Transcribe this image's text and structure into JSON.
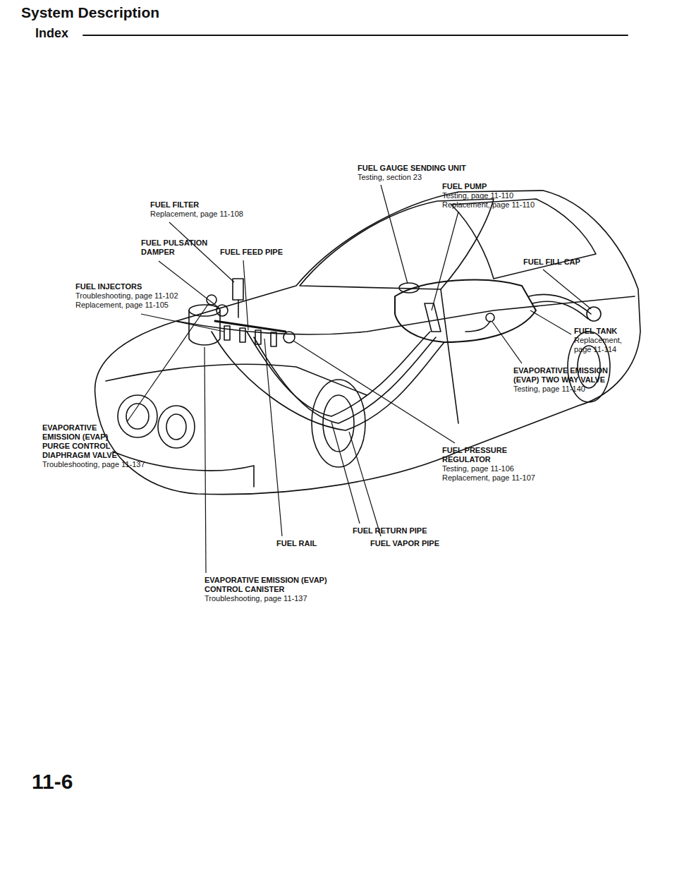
{
  "diagram": {
    "title": "System Description",
    "labels": [
      "Index",
      "FUEL GAUGE SENDING UNIT",
      "Testing, section 23",
      "FUEL PUMP",
      "Testing, page 11-110",
      "Replacement, page 11-110",
      "FUEL FILTER",
      "Replacement, page 11-108",
      "FUEL PULSATION DAMPER",
      "FUEL FEED PIPE",
      "FUEL FILL CAP",
      "FUEL INJECTORS",
      "Troubleshooting, page 11-102",
      "Replacement, page 11-105",
      "FUEL TANK",
      "Replacement, page 11-114",
      "EVAPORATIVE EMISSION (EVAP) TWO WAY VALVE",
      "Testing, page 11-140",
      "EVAPORATIVE EMISSION (EVAP) PURGE CONTROL DIAPHRAGM VALVE",
      "Troubleshooting, page 11-137",
      "FUEL PRESSURE REGULATOR",
      "Testing, page 11-106",
      "Replacement, page 11-107",
      "FUEL RETURN PIPE",
      "FUEL RAIL",
      "FUEL VAPOR PIPE",
      "EVAPORATIVE EMISSION (EVAP) CONTROL CANISTER",
      "Troubleshooting, page 11-137",
      "11-6"
    ]
  }
}
